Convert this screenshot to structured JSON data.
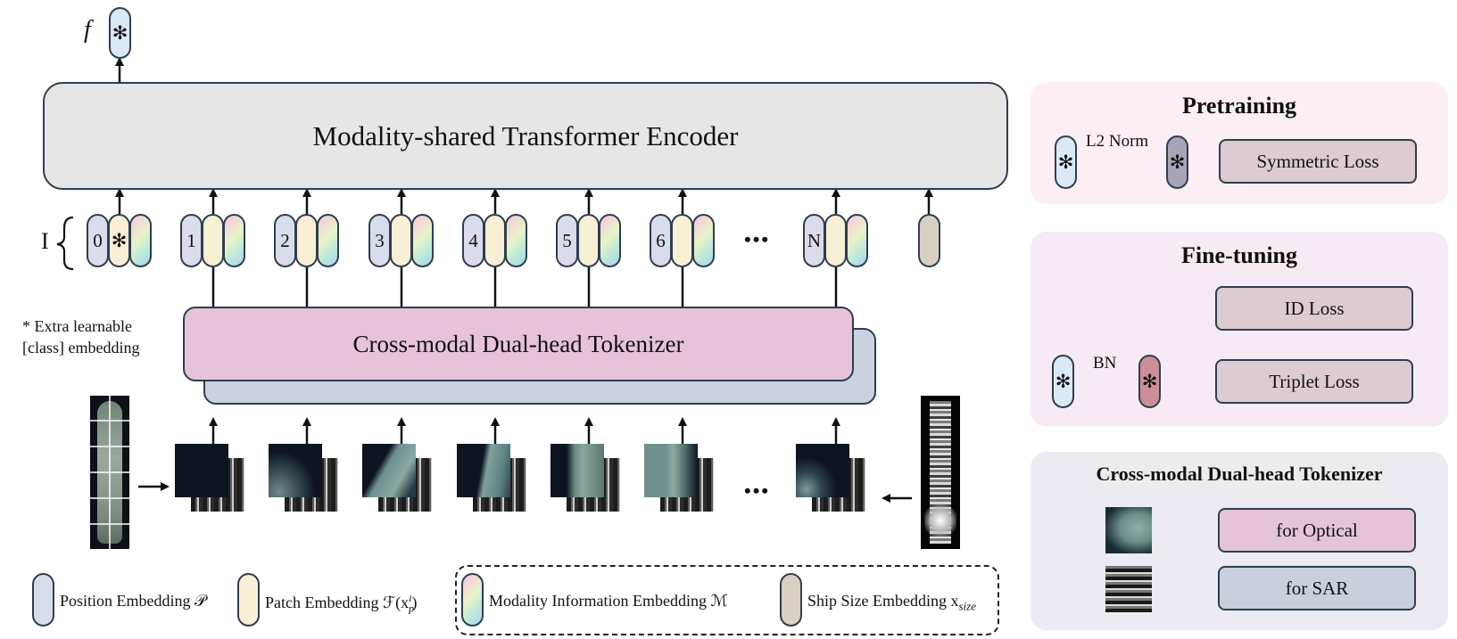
{
  "encoder": {
    "label": "Modality-shared Transformer Encoder",
    "output_label": "f",
    "output_token": "*"
  },
  "input_label": "I",
  "tokens": [
    "0",
    "1",
    "2",
    "3",
    "4",
    "5",
    "6",
    "N"
  ],
  "ellipsis": "•••",
  "cls_note": {
    "line1": "* Extra learnable",
    "line2": "[class] embedding"
  },
  "tokenizer": {
    "label": "Cross-modal Dual-head Tokenizer"
  },
  "legend": {
    "position": "Position Embedding 𝒫",
    "patch": "Patch Embedding ℱ(x",
    "patch_sub": "p",
    "patch_sup": "i",
    "patch_close": ")",
    "modality": "Modality Information Embedding ℳ",
    "size": "Ship Size Embedding x",
    "size_sub": "size"
  },
  "pretraining": {
    "title": "Pretraining",
    "norm_label": "L2 Norm",
    "loss": "Symmetric Loss",
    "colors": {
      "bg": "#fbeef5",
      "box": "#dccbd0"
    }
  },
  "finetuning": {
    "title": "Fine-tuning",
    "bn_label": "BN",
    "id_loss": "ID Loss",
    "triplet_loss": "Triplet Loss",
    "colors": {
      "bg": "#f6eaf5"
    }
  },
  "tokenizer_panel": {
    "title": "Cross-modal Dual-head Tokenizer",
    "optical": "for Optical",
    "sar": "for SAR",
    "colors": {
      "bg": "#ecebf1",
      "optical": "#e6c4d8",
      "sar": "#c8d0db"
    }
  },
  "star_glyph": "✻"
}
